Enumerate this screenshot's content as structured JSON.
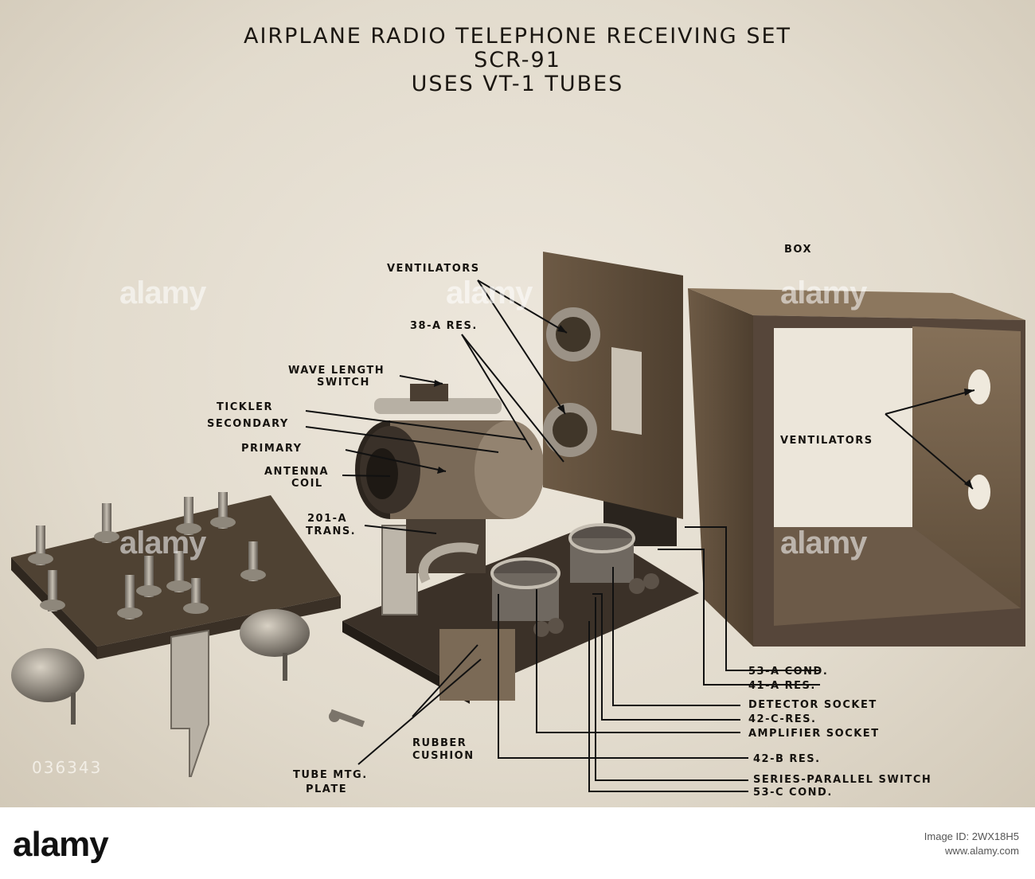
{
  "title": {
    "line1": "AIRPLANE RADIO TELEPHONE RECEIVING SET",
    "line2": "SCR-91",
    "line3": "USES VT-1 TUBES"
  },
  "labels": {
    "ventilators_top": "VENTILATORS",
    "box": "BOX",
    "res_38a": "38-A RES.",
    "wave_length_1": "WAVE LENGTH",
    "wave_length_2": "SWITCH",
    "tickler": "TICKLER",
    "secondary": "SECONDARY",
    "primary": "PRIMARY",
    "antenna_1": "ANTENNA",
    "antenna_2": "COIL",
    "trans_1": "201-A",
    "trans_2": "TRANS.",
    "ventilators_box": "VENTILATORS",
    "cond_53a": "53-A COND.",
    "res_41a": "41-A RES.",
    "detector_socket": "DETECTOR SOCKET",
    "res_42c": "42-C-RES.",
    "amplifier_socket": "AMPLIFIER SOCKET",
    "res_42b": "42-B RES.",
    "series_parallel": "SERIES-PARALLEL SWITCH",
    "cond_53c": "53-C COND.",
    "rubber_1": "RUBBER",
    "rubber_2": "CUSHION",
    "tube_1": "TUBE MTG.",
    "tube_2": "PLATE"
  },
  "negative_number": "036343",
  "watermark": "alamy",
  "footer": {
    "brand": "alamy",
    "image_id_1": "Image ID: 2WX18H5",
    "image_id_2": "www.alamy.com"
  },
  "colors": {
    "background": "#e4ddd0",
    "ink": "#15120e",
    "wood_dark": "#5b4a37",
    "wood_mid": "#7a6650",
    "metal": "#9a9287"
  }
}
